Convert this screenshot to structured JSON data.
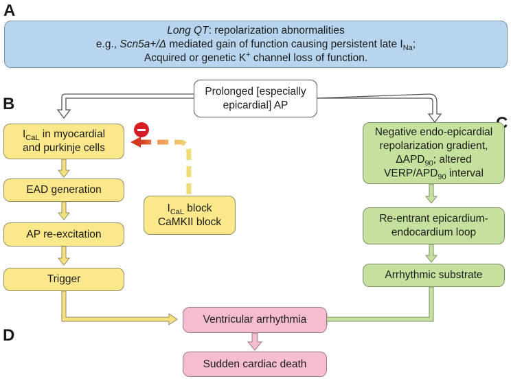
{
  "letters": {
    "a": "A",
    "b": "B",
    "c": "C",
    "d": "D"
  },
  "box_a": {
    "line1_italic": "Long QT",
    "line1_rest": ": repolarization abnormalities",
    "line2_prefix": "e.g., ",
    "line2_italic": "Scn5a+/Δ",
    "line2_mid": " mediated gain of function causing persistent late I",
    "line2_sub": "Na",
    "line2_end": ";",
    "line3_prefix": "Acquired or genetic K",
    "line3_sup": "+",
    "line3_end": " channel loss of function."
  },
  "top_box": {
    "line1": "Prolonged [especially",
    "line2": "epicardial] AP"
  },
  "left": {
    "ical": {
      "i": "I",
      "sub": "CaL",
      "rest1": " in myocardial",
      "line2": "and purkinje cells"
    },
    "ead": "EAD generation",
    "reexc": "AP re-excitation",
    "trigger": "Trigger"
  },
  "block_box": {
    "i": "I",
    "sub": "CaL",
    "rest1": " block",
    "line2": "CaMKII block"
  },
  "right": {
    "gradient": {
      "line1": "Negative endo-epicardial",
      "line2": "repolarization gradient,",
      "line3_a": "ΔAPD",
      "line3_sub": "90",
      "line3_b": "; altered",
      "line4_a": "VERP/APD",
      "line4_sub": "90",
      "line4_b": " interval"
    },
    "reentrant": {
      "line1": "Re-entrant epicardium-",
      "line2": "endocardium loop"
    },
    "substrate": "Arrhythmic substrate"
  },
  "bottom": {
    "arrhythmia": "Ventricular arrhythmia",
    "death": "Sudden cardiac death"
  },
  "colors": {
    "blue_box": "#b7d5ee",
    "yellow_box": "#fbe88a",
    "green_box": "#c6e19e",
    "pink_box": "#f6bcd1",
    "inhibition_sign": "#d81e25"
  }
}
